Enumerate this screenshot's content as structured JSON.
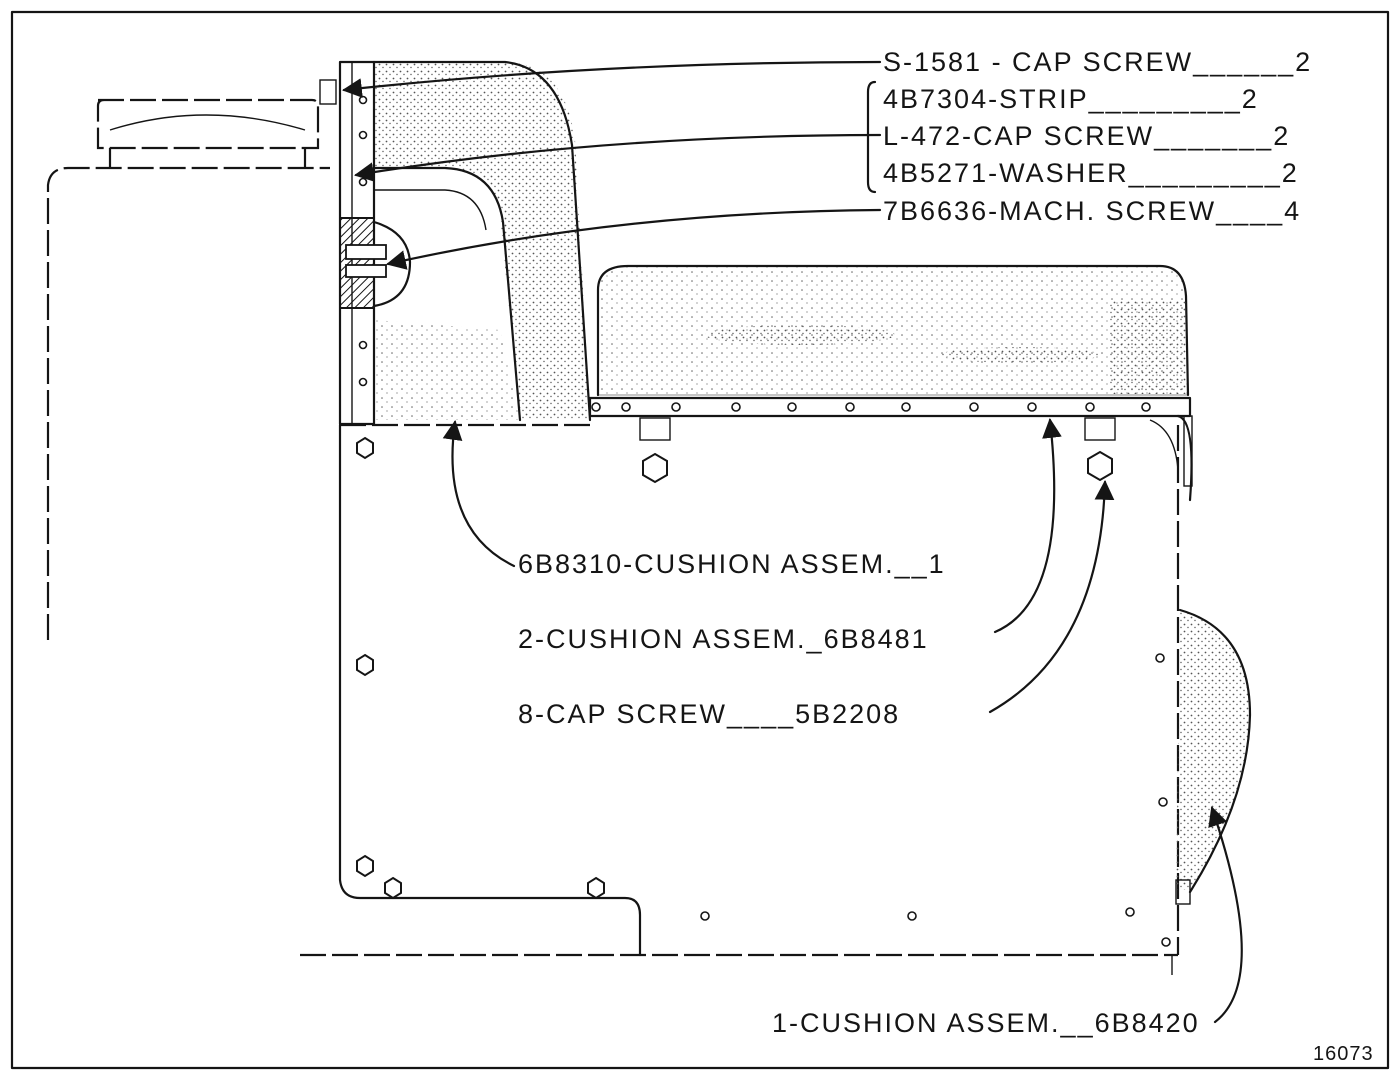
{
  "callouts": {
    "top": [
      {
        "text": "S-1581 - CAP SCREW______2"
      },
      {
        "text": "4B7304-STRIP_________2"
      },
      {
        "text": "L-472-CAP SCREW_______2"
      },
      {
        "text": "4B5271-WASHER_________2"
      },
      {
        "text": "7B6636-MACH. SCREW____4"
      }
    ],
    "middle": [
      {
        "text": "6B8310-CUSHION ASSEM.__1"
      },
      {
        "text": "2-CUSHION ASSEM._6B8481"
      },
      {
        "text": "8-CAP SCREW____5B2208"
      }
    ],
    "bottom": {
      "text": "1-CUSHION ASSEM.__6B8420"
    }
  },
  "figure_number": "16073",
  "colors": {
    "ink": "#151515",
    "paper": "#ffffff",
    "stipple": "#555555"
  }
}
